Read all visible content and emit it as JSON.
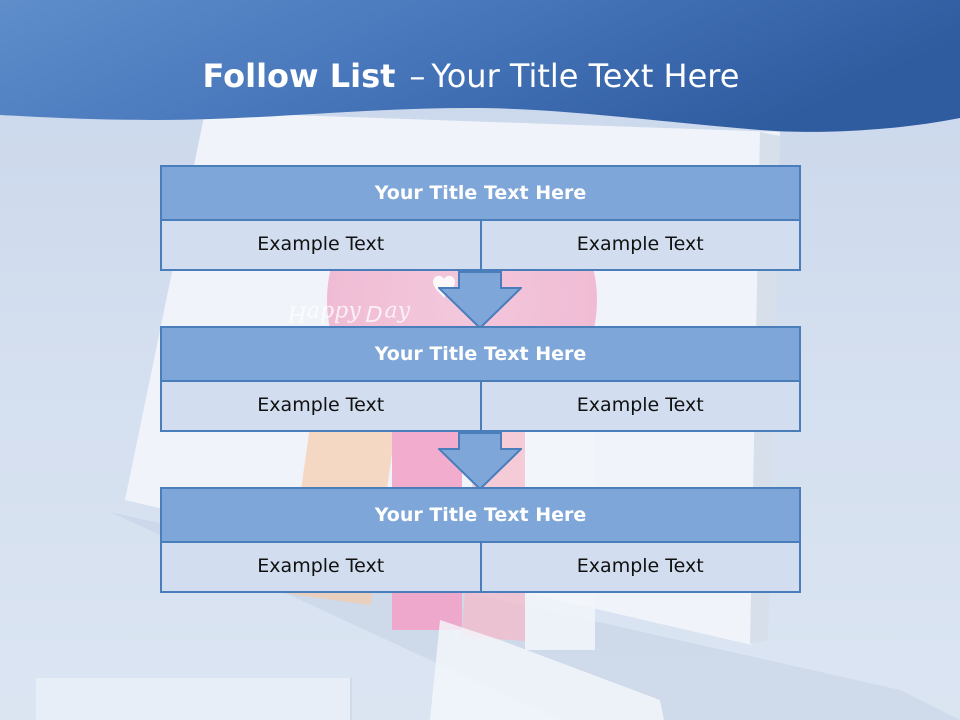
{
  "slide": {
    "title_bold": "Follow List",
    "title_separator": "–",
    "title_rest": "Your Title Text Here"
  },
  "steps": [
    {
      "title": "Your Title Text Here",
      "left": "Example Text",
      "right": "Example Text"
    },
    {
      "title": "Your Title Text Here",
      "left": "Example Text",
      "right": "Example Text"
    },
    {
      "title": "Your Title Text Here",
      "left": "Example Text",
      "right": "Example Text"
    }
  ],
  "colors": {
    "banner": "#3f6fb6",
    "block_header": "#7ea6d8",
    "block_cell": "#d2deef",
    "block_border": "#4a7ebb"
  }
}
